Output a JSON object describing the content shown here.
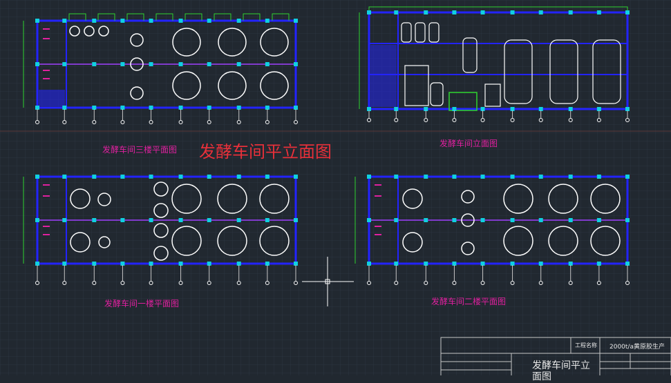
{
  "drawing": {
    "main_title": "发酵车间平立面图",
    "views": {
      "third_floor": "发酵车间三楼平面图",
      "elevation": "发酵车间立面图",
      "first_floor": "发酵车间一楼平面图",
      "second_floor": "发酵车间二楼平面图"
    }
  },
  "title_block": {
    "project_label": "工程名称",
    "project_value": "2000t/a黄原胶生产",
    "drawing_name_line1": "发酵车间平立",
    "drawing_name_line2": "面图"
  },
  "colors": {
    "background": "#212830",
    "wall": "#2323ff",
    "dimension": "#2fd52f",
    "text": "#e0209f",
    "title": "#e8303a",
    "equipment": "#ffffff",
    "column": "#10d0e0"
  }
}
